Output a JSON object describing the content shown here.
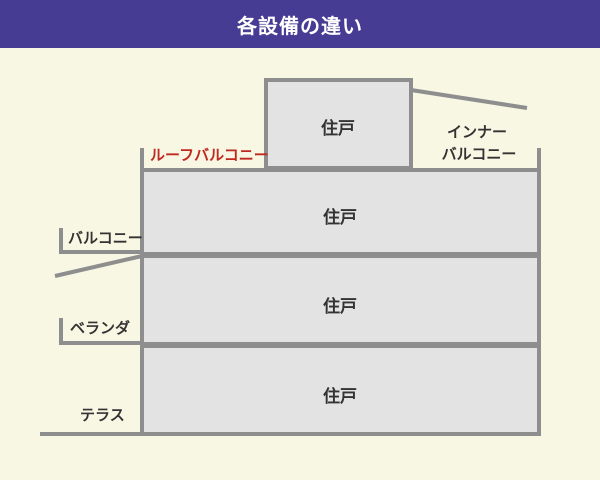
{
  "title": "各設備の違い",
  "rooms": {
    "top": "住戸",
    "floor3": "住戸",
    "floor2": "住戸",
    "floor1": "住戸"
  },
  "labels": {
    "roof_balcony": "ルーフバルコニー",
    "inner_balcony_line1": "インナー",
    "inner_balcony_line2": "バルコニー",
    "balcony": "バルコニー",
    "veranda": "ベランダ",
    "terrace": "テラス"
  },
  "colors": {
    "header_bg": "#473c94",
    "background": "#f8f7e4",
    "room_fill": "#e3e3e3",
    "wall_stroke": "#8e8e8e",
    "accent": "#c0291f"
  }
}
